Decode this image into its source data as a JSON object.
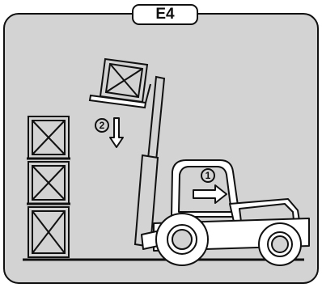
{
  "title": "E4",
  "markers": {
    "step1": "1",
    "step2": "2"
  }
}
